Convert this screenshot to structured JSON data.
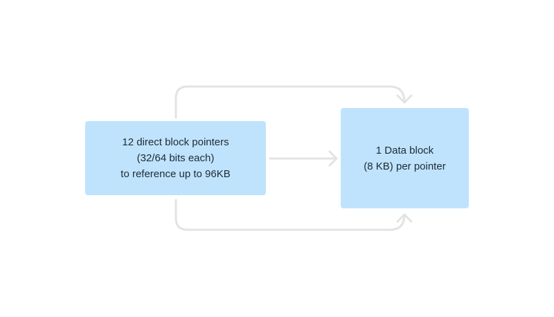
{
  "diagram": {
    "colors": {
      "node_fill": "#bfe3fd",
      "connector_stroke": "#e3e3e3",
      "text": "#1f2933"
    },
    "nodes": {
      "pointers": {
        "lines": [
          "12 direct block pointers",
          "(32/64 bits each)",
          "to reference up to 96KB"
        ]
      },
      "data_block": {
        "lines": [
          "1 Data block",
          "(8 KB) per pointer"
        ]
      }
    }
  }
}
